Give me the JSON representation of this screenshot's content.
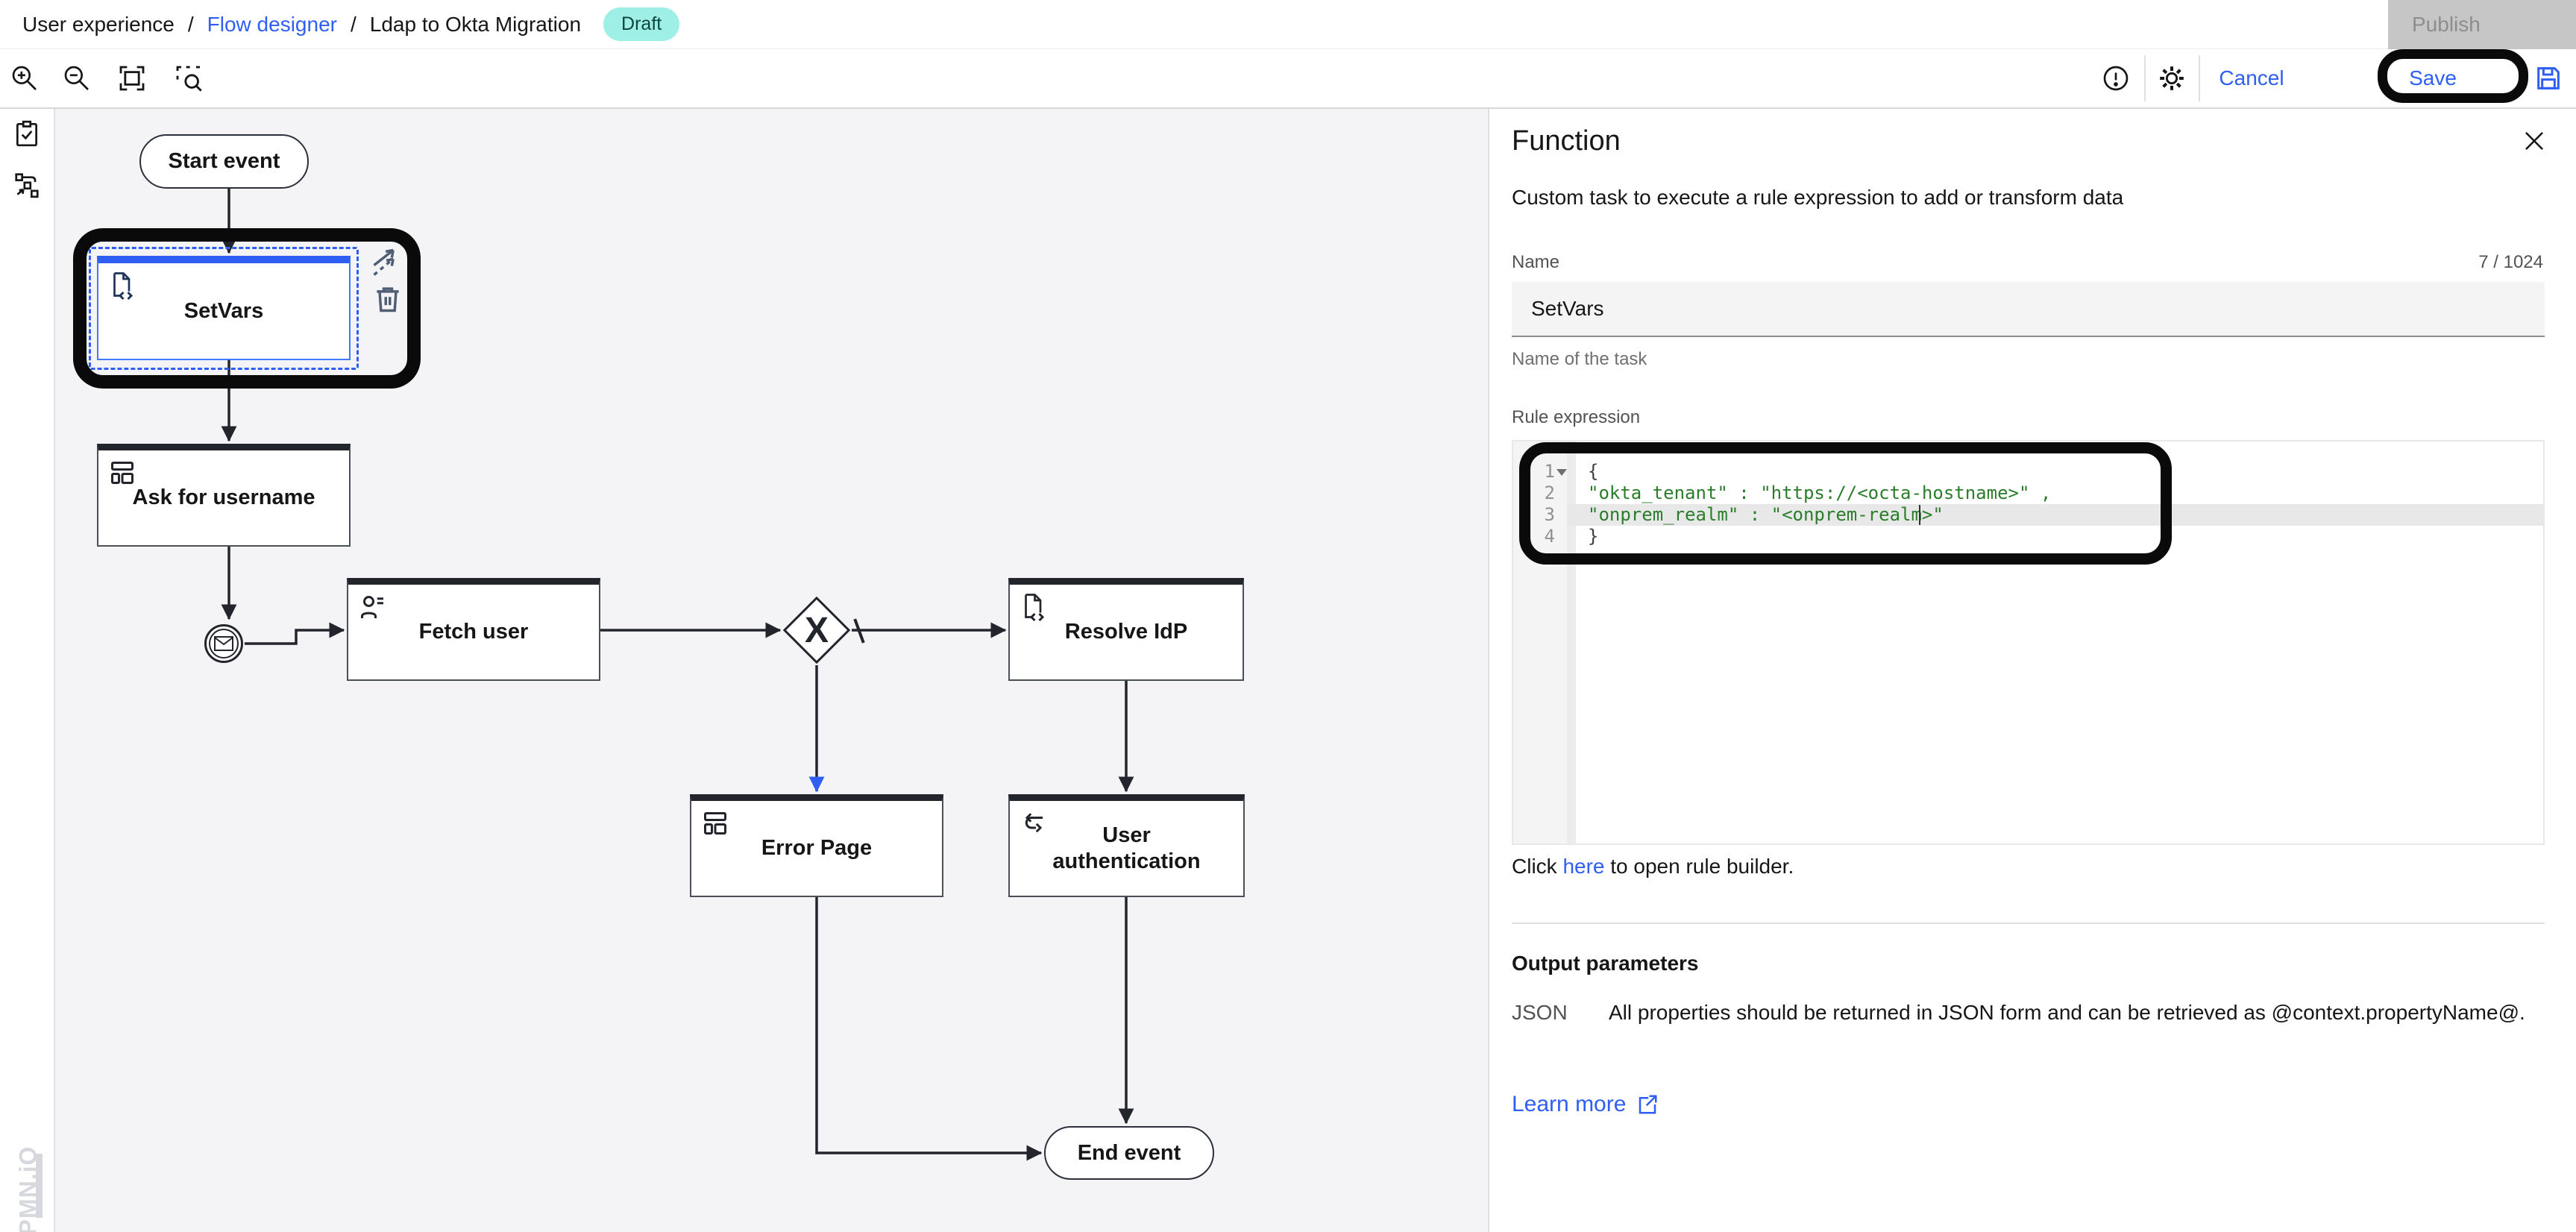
{
  "header": {
    "breadcrumb": [
      "User experience",
      "Flow designer",
      "Ldap to Okta Migration"
    ],
    "separator": "/",
    "status_badge": "Draft",
    "publish_label": "Publish"
  },
  "toolbar": {
    "cancel_label": "Cancel",
    "save_label": "Save"
  },
  "canvas": {
    "nodes": {
      "start": "Start event",
      "setvars": "SetVars",
      "ask_username": "Ask for username",
      "fetch_user": "Fetch user",
      "gateway": "X",
      "resolve_idp": "Resolve IdP",
      "error_page": "Error Page",
      "user_auth": "User authentication",
      "end": "End event"
    },
    "watermark": "BPMN.iO"
  },
  "panel": {
    "title": "Function",
    "description": "Custom task to execute a rule expression to add or transform data",
    "close_label": "✕",
    "name_field": {
      "label": "Name",
      "counter": "7 / 1024",
      "value": "SetVars",
      "helper": "Name of the task"
    },
    "rule_expression": {
      "label": "Rule expression",
      "lines": [
        {
          "no": "1",
          "code": "{"
        },
        {
          "no": "2",
          "code": "\"okta_tenant\" : \"https://<octa-hostname>\" ,"
        },
        {
          "no": "3",
          "code": "\"onprem_realm\" : \"<onprem-realm>\""
        },
        {
          "no": "4",
          "code": "}"
        }
      ],
      "hint_prefix": "Click ",
      "hint_link": "here",
      "hint_suffix": " to open rule builder."
    },
    "output_parameters": {
      "heading": "Output parameters",
      "type": "JSON",
      "description": "All properties should be returned in JSON form and can be retrieved as @context.propertyName@."
    },
    "learn_more_label": "Learn more"
  }
}
